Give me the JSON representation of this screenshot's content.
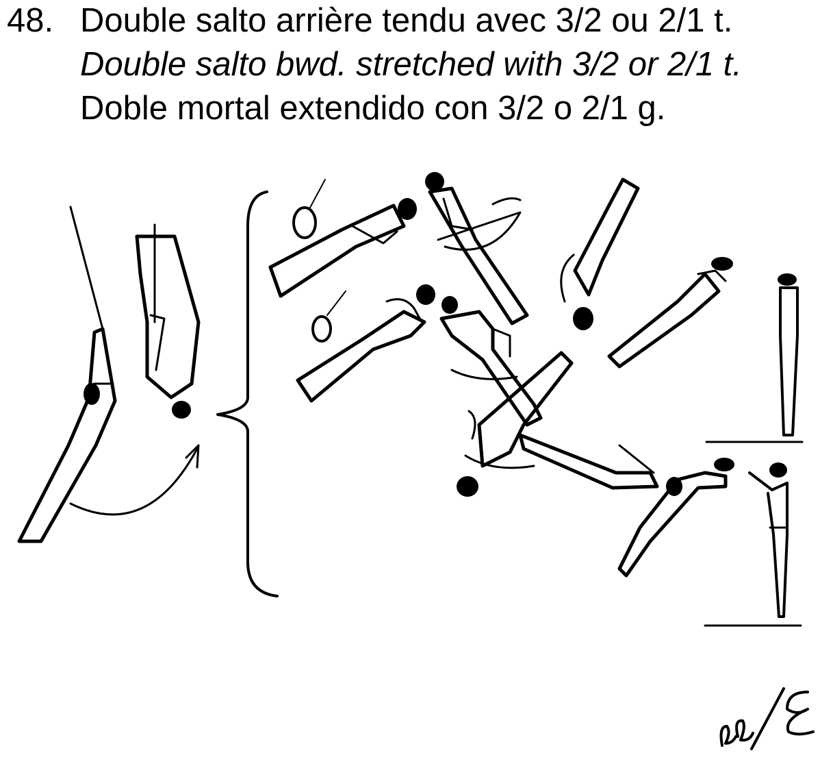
{
  "element": {
    "number": "48.",
    "names": {
      "fr": "Double salto arrière tendu avec 3/2 ou 2/1 t.",
      "en": "Double salto bwd. stretched with 3/2 or 2/1 t.",
      "es": "Doble mortal extendido con 3/2 o 2/1 g."
    }
  },
  "illustration": {
    "subject": "rings-dismount-sequence",
    "colors": {
      "ink": "#000000",
      "background": "#ffffff"
    }
  }
}
